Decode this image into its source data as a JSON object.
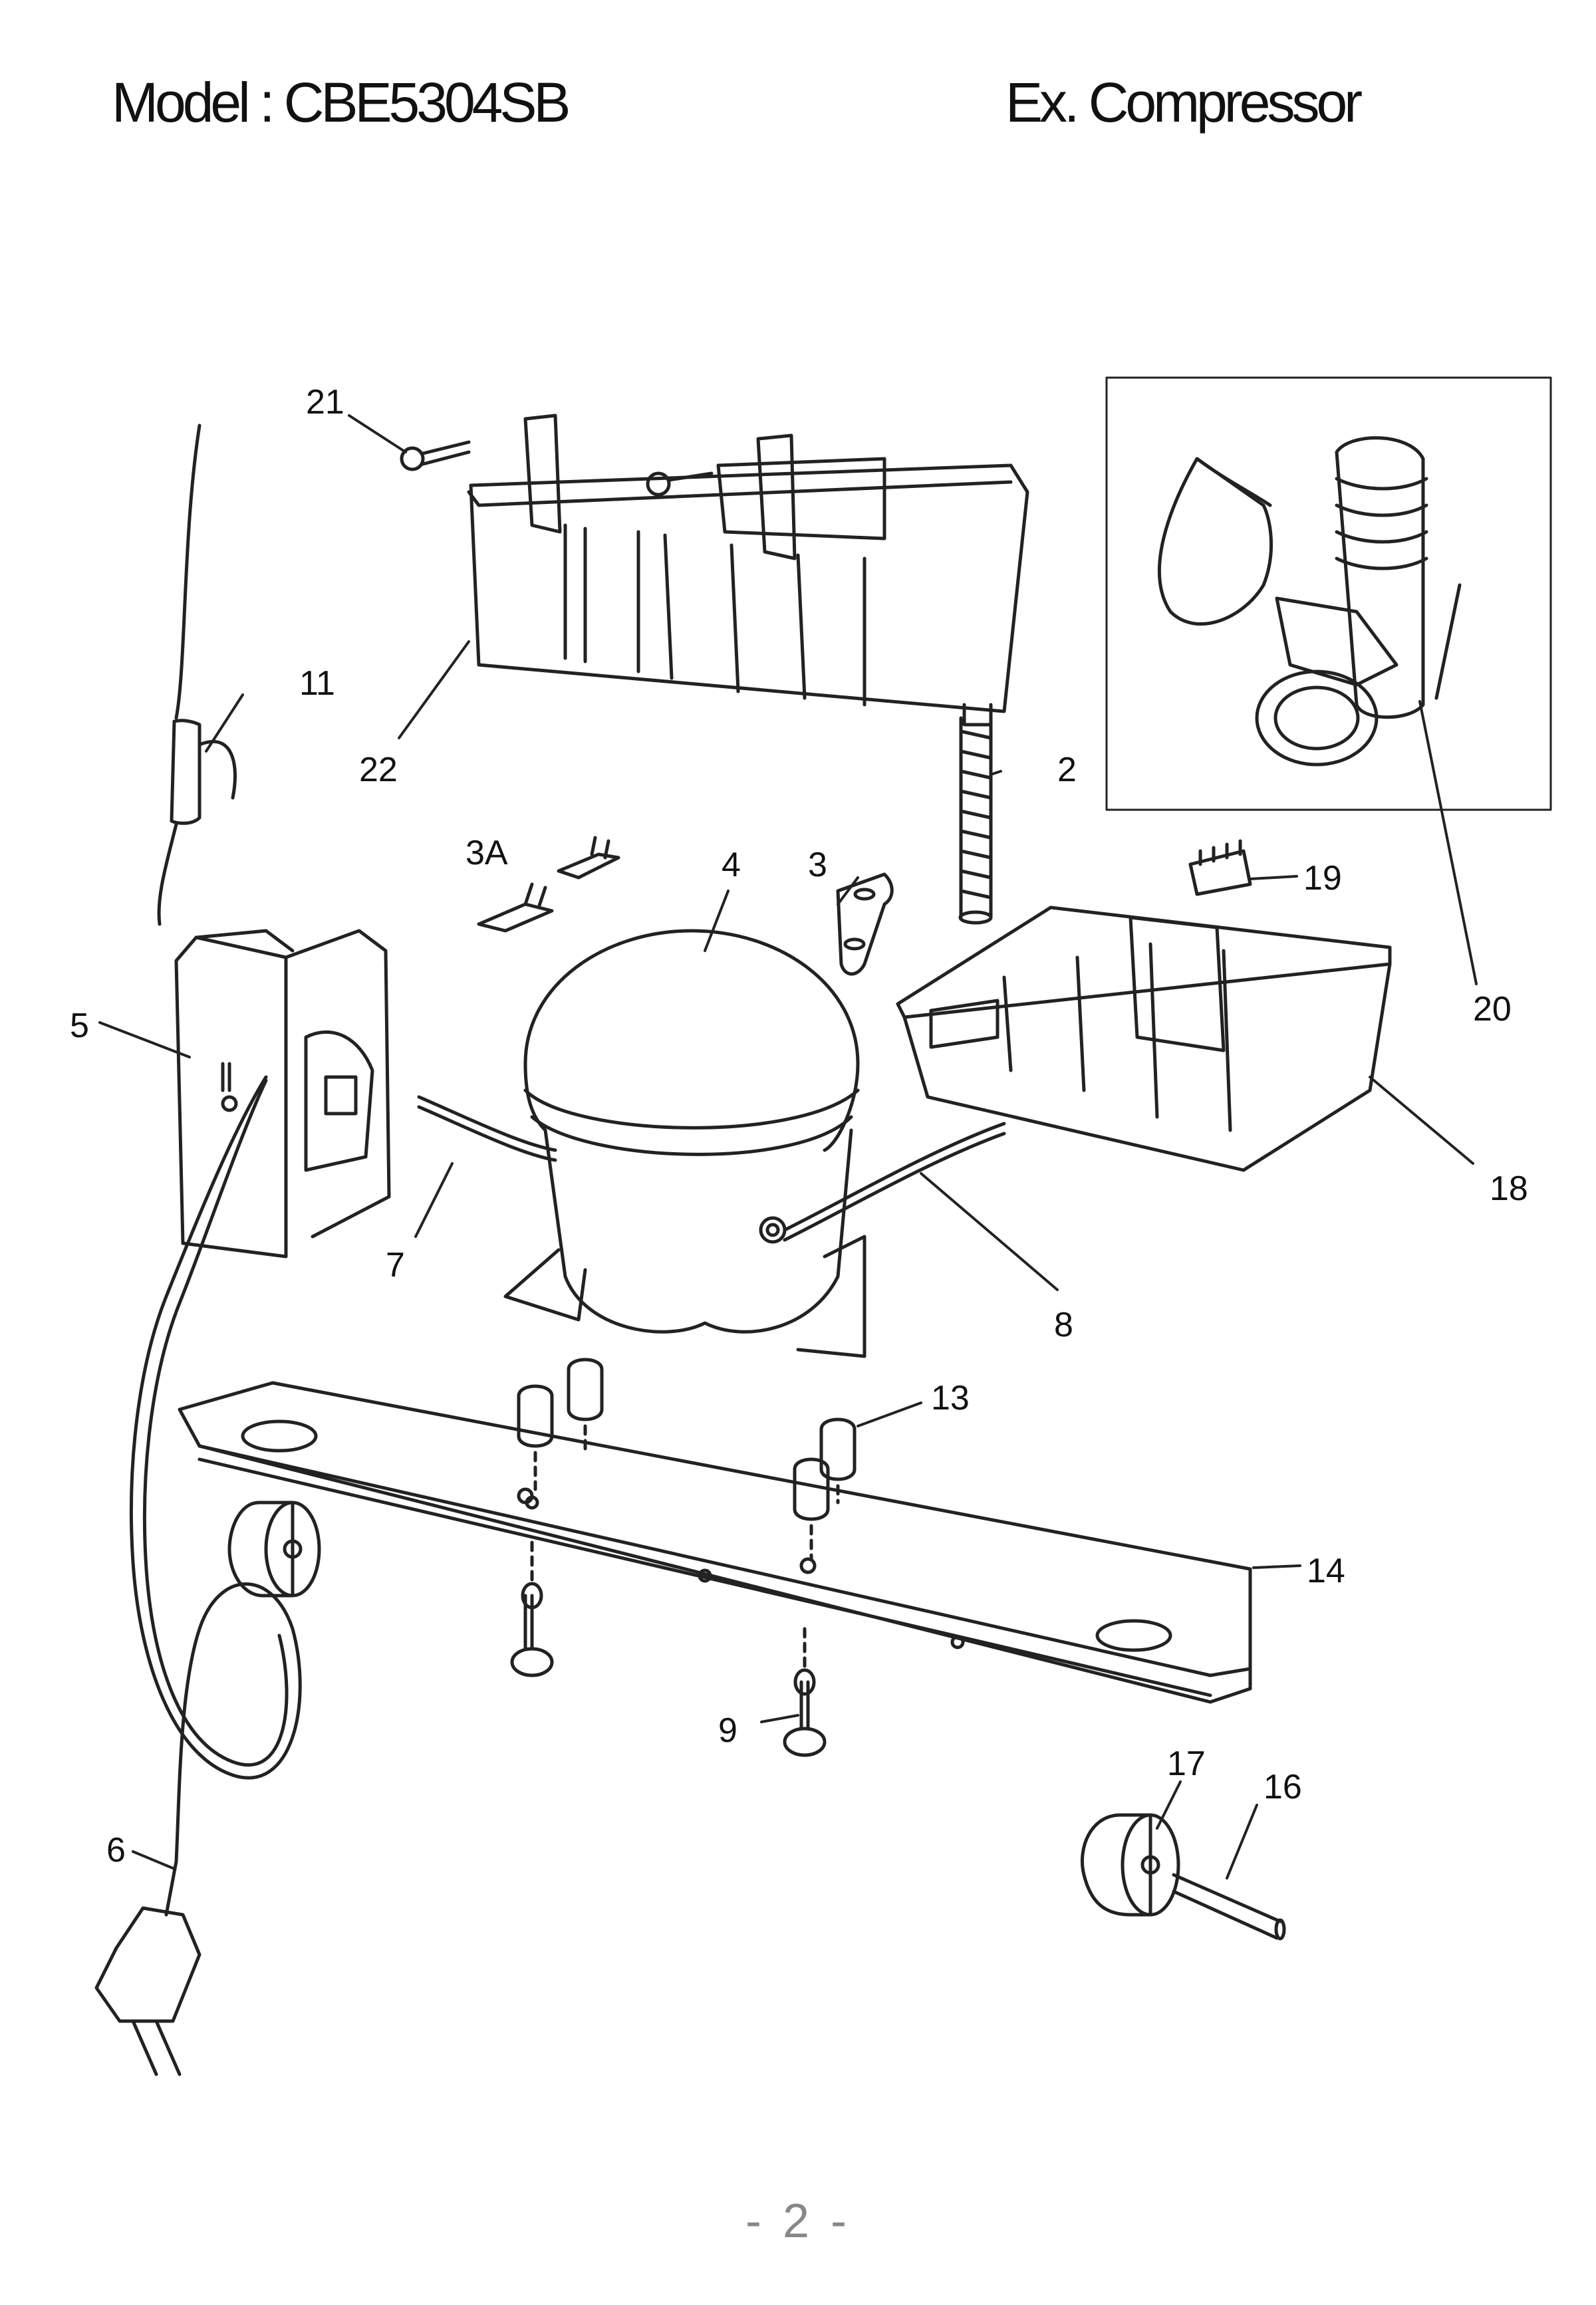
{
  "header": {
    "model_label": "Model : CBE5304SB",
    "section_label": "Ex. Compressor"
  },
  "callouts": {
    "c21": "21",
    "c22": "22",
    "c11": "11",
    "c2": "2",
    "c3A": "3A",
    "c4": "4",
    "c3": "3",
    "c19": "19",
    "c20": "20",
    "c5": "5",
    "c7": "7",
    "c8": "8",
    "c18": "18",
    "c13": "13",
    "c14": "14",
    "c9": "9",
    "c17": "17",
    "c16": "16",
    "c6": "6"
  },
  "footer": {
    "page_number": "- 2 -"
  }
}
